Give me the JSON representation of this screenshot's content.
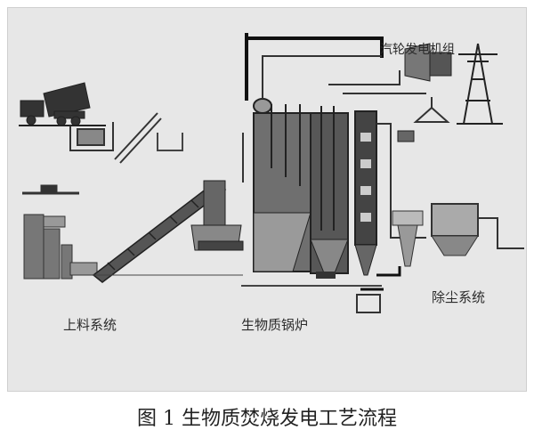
{
  "diagram": {
    "labels": {
      "turbine": "汽轮发电机组",
      "feeding_system": "上料系统",
      "boiler": "生物质锅炉",
      "dust_removal": "除尘系统"
    },
    "caption": "图 1  生物质焚烧发电工艺流程"
  }
}
